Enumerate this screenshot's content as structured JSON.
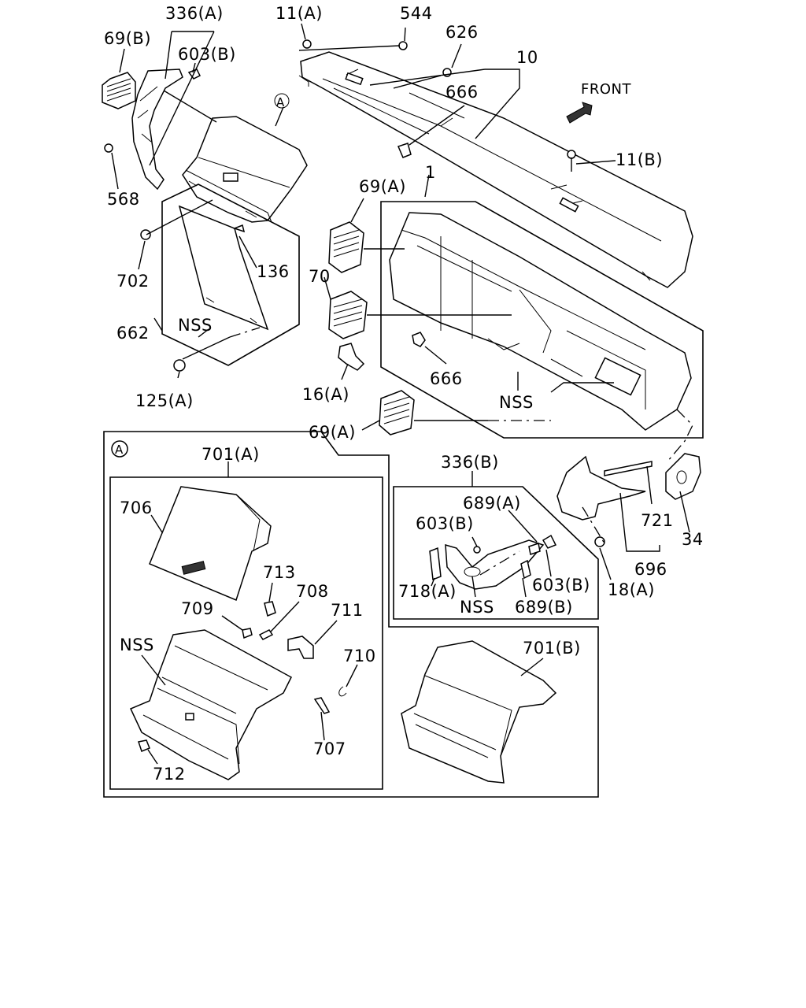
{
  "labels": {
    "l336a": "336(A)",
    "l11a": "11(A)",
    "l544": "544",
    "l626": "626",
    "l10": "10",
    "l69b": "69(B)",
    "l603b_top": "603(B)",
    "lA_circle_top": "A",
    "l666_top": "666",
    "lfront": "FRONT",
    "l11b": "11(B)",
    "l568": "568",
    "l69a_top": "69(A)",
    "l1": "1",
    "l702": "702",
    "l136": "136",
    "l70": "70",
    "l662": "662",
    "lnss_left": "NSS",
    "l666_mid": "666",
    "l16a": "16(A)",
    "lnss_mid": "NSS",
    "l125a": "125(A)",
    "l69a_bot": "69(A)",
    "lA_circle_box": "A",
    "l701a": "701(A)",
    "l336b": "336(B)",
    "l706": "706",
    "l689a": "689(A)",
    "l603b_r1": "603(B)",
    "l721": "721",
    "l34": "34",
    "l713": "713",
    "l708": "708",
    "l696": "696",
    "l718a": "718(A)",
    "l603b_r2": "603(B)",
    "l18a": "18(A)",
    "l709": "709",
    "l711": "711",
    "lnss_box": "NSS",
    "l689b": "689(B)",
    "lnss_a": "NSS",
    "l710": "710",
    "l701b": "701(B)",
    "l707": "707",
    "l712": "712"
  }
}
